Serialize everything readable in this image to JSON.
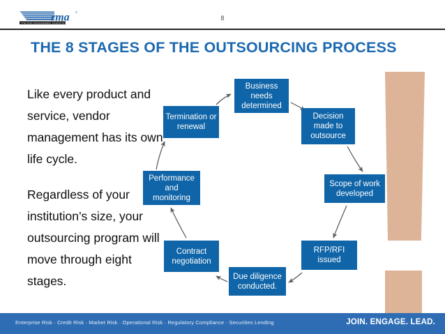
{
  "slide": {
    "page_number": "8",
    "title": "THE 8 STAGES OF THE OUTSOURCING PROCESS",
    "logo": {
      "wordmark": "rma",
      "subtitle": "THE RISK MANAGEMENT ASSOCIATION",
      "brand_color": "#1b5fa8"
    }
  },
  "body": {
    "paragraph_1": "Like every product and service, vendor management has its own life cycle.",
    "paragraph_2": "Regardless of your institution’s size, your outsourcing program will move through eight stages."
  },
  "diagram": {
    "type": "cycle",
    "node_fill": "#1065a8",
    "node_text_color": "#ffffff",
    "arrow_color": "#5a5a5a",
    "nodes": [
      {
        "id": "business",
        "label": "Business needs determined",
        "order": 1
      },
      {
        "id": "decision",
        "label": "Decision made to outsource",
        "order": 2
      },
      {
        "id": "scope",
        "label": "Scope of work developed",
        "order": 3
      },
      {
        "id": "rfp",
        "label": "RFP/RFI issued",
        "order": 4
      },
      {
        "id": "duedil",
        "label": "Due diligence conducted.",
        "order": 5
      },
      {
        "id": "contract",
        "label": "Contract negotiation",
        "order": 6
      },
      {
        "id": "performance",
        "label": "Performance and monitoring",
        "order": 7
      },
      {
        "id": "termination",
        "label": "Termination or renewal",
        "order": 8
      }
    ]
  },
  "decor": {
    "accent_color": "#ddb498"
  },
  "footer": {
    "disciplines": "Enterprise Risk · Credit Risk · Market Risk · Operational Risk · Regulatory Compliance · Securities Lending",
    "tagline": "JOIN. ENGAGE. LEAD.",
    "bar_color": "#2e6db4"
  }
}
